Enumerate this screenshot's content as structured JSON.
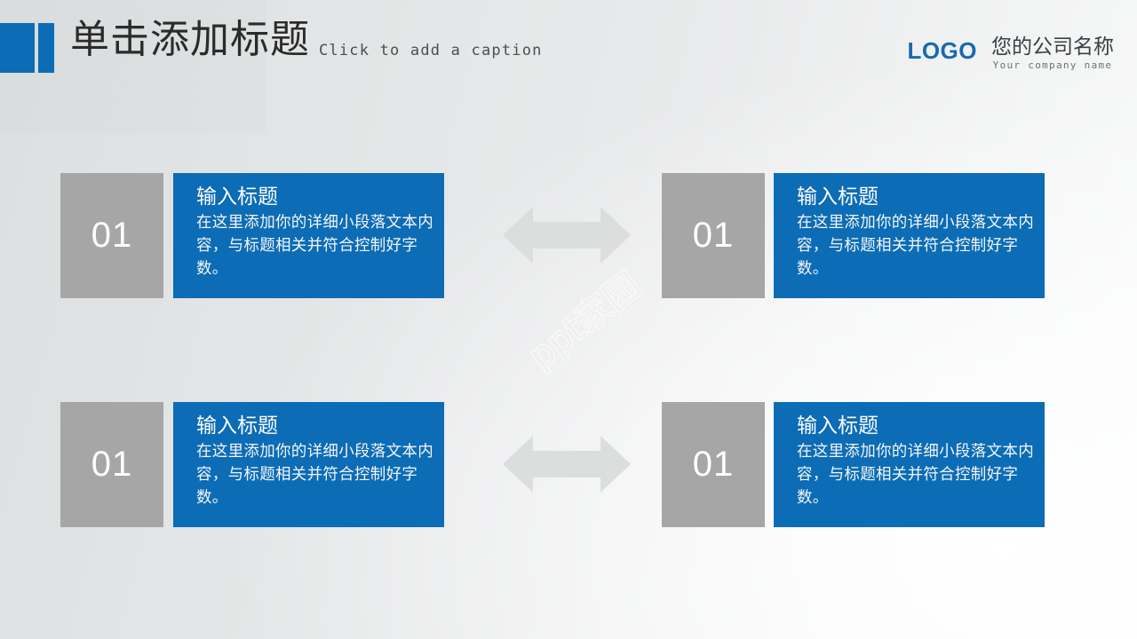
{
  "header": {
    "title": "单击添加标题",
    "caption": "Click to add a caption",
    "logo": "LOGO",
    "company_cn": "您的公司名称",
    "company_en": "Your company name"
  },
  "theme": {
    "accent_blue": "#0c6cb5",
    "logo_blue": "#1769b0",
    "number_gray": "#a6a6a6",
    "arrow_gray": "#dcdddd",
    "background": "#e4e6e6"
  },
  "watermark": {
    "text": "ppt家园"
  },
  "blocks": [
    {
      "number": "01",
      "heading": "输入标题",
      "body": "在这里添加你的详细小段落文本内容，与标题相关并符合控制好字数。"
    },
    {
      "number": "01",
      "heading": "输入标题",
      "body": "在这里添加你的详细小段落文本内容，与标题相关并符合控制好字数。"
    },
    {
      "number": "01",
      "heading": "输入标题",
      "body": "在这里添加你的详细小段落文本内容，与标题相关并符合控制好字数。"
    },
    {
      "number": "01",
      "heading": "输入标题",
      "body": "在这里添加你的详细小段落文本内容，与标题相关并符合控制好字数。"
    }
  ],
  "arrows": [
    {
      "name": "double-arrow-top"
    },
    {
      "name": "double-arrow-bottom"
    }
  ]
}
